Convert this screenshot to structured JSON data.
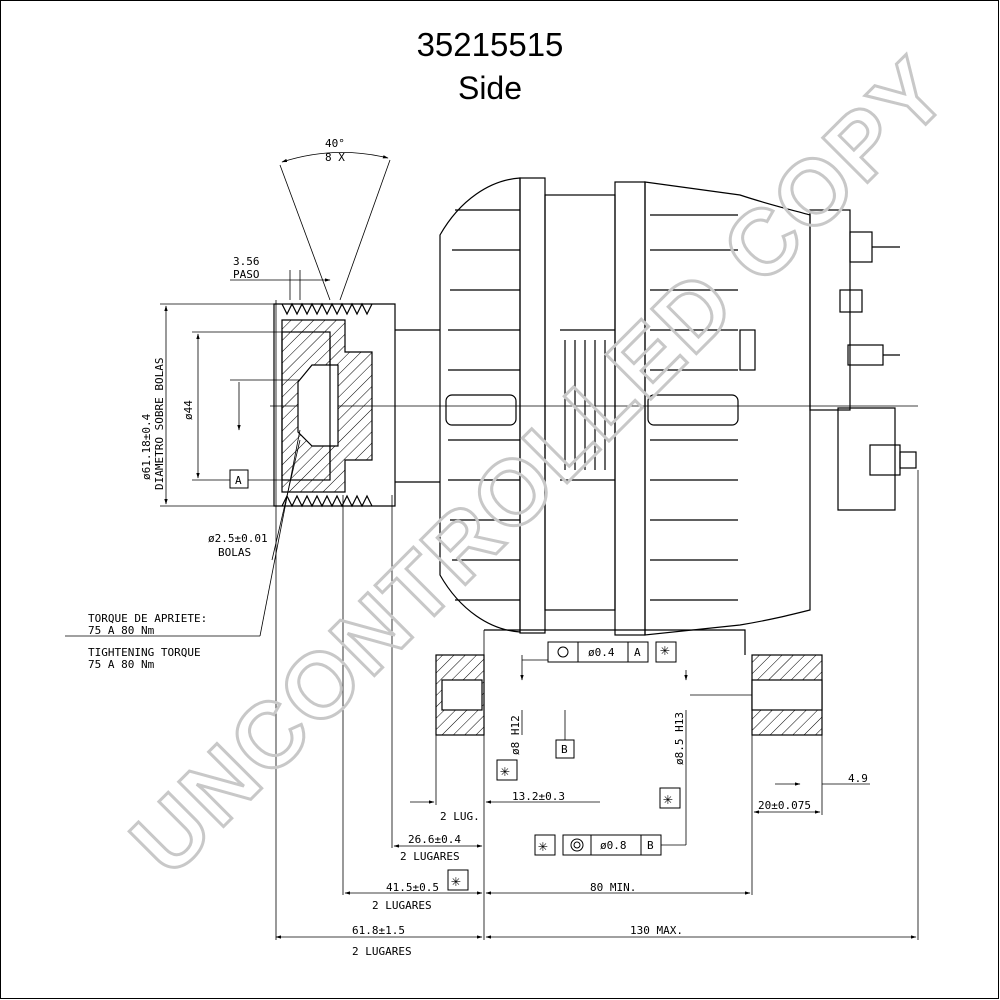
{
  "drawing": {
    "part_number": "35215515",
    "view": "Side",
    "watermark": "UNCONTROLLED COPY"
  },
  "annotations": {
    "angle": "40°",
    "angle_count": "8 X",
    "pitch_value": "3.56",
    "pitch_label": "PASO",
    "dia_balls": "ø61.18±0.4",
    "dia_balls_label": "DIAMETRO SOBRE BOLAS",
    "dia44": "ø44",
    "datum_a": "A",
    "datum_b": "B",
    "ball_dia": "ø2.5±0.01",
    "ball_label": "BOLAS",
    "torque_es_1": "TORQUE DE APRIETE:",
    "torque_es_2": "75 A 80 Nm",
    "torque_en_1": "TIGHTENING TORQUE",
    "torque_en_2": "75 A 80 Nm",
    "pos_tol": "ø0.4",
    "conc_tol": "ø0.8",
    "hole_8": "ø8 H12",
    "hole_85": "ø8.5 H13",
    "dim_13_2": "13.2±0.3",
    "dim_2_lug": "2 LUG.",
    "dim_26_6": "26.6±0.4",
    "dim_26_6_sub": "2 LUGARES",
    "dim_41_5": "41.5±0.5",
    "dim_41_5_sub": "2 LUGARES",
    "dim_61_8": "61.8±1.5",
    "dim_61_8_sub": "2 LUGARES",
    "dim_80": "80 MIN.",
    "dim_130": "130 MAX.",
    "dim_20": "20±0.075",
    "dim_4_9": "4.9"
  }
}
